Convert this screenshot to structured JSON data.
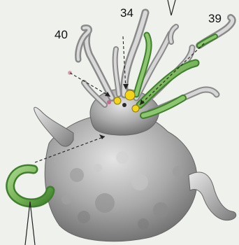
{
  "labels": {
    "part_40": "40",
    "part_34": "34",
    "part_39": "39"
  },
  "colors": {
    "background": "#eef1ec",
    "body": "#b9b9b9",
    "highlight_green": "#6fae4f",
    "highlight_yellow": "#f2d41a",
    "leader_line": "#222222"
  }
}
